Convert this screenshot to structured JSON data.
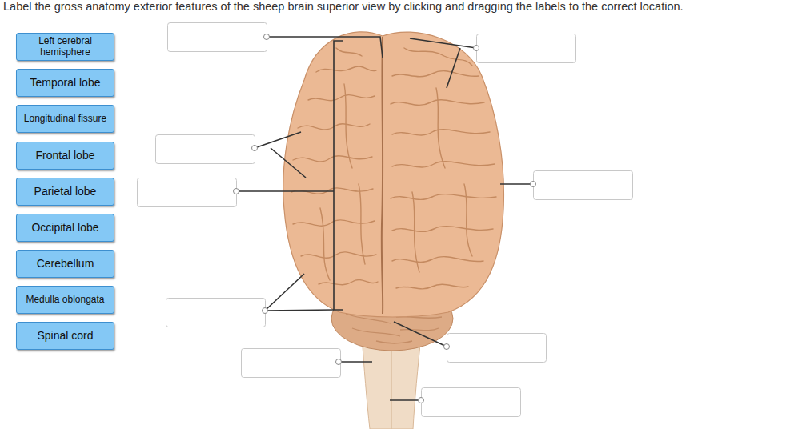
{
  "diagram": {
    "title": "Label the gross anatomy exterior features of the sheep brain superior view by clicking and dragging the labels to the correct location.",
    "nodes": [
      {
        "text": [
          "Left cerebral hemisphere"
        ]
      },
      {
        "text": [
          "Temporal lobe"
        ]
      },
      {
        "text": [
          "Longitudinal fissure"
        ]
      },
      {
        "text": [
          "Frontal lobe"
        ]
      },
      {
        "text": [
          "Parietal lobe"
        ]
      },
      {
        "text": [
          "Occipital lobe"
        ]
      },
      {
        "text": [
          "Cerebellum"
        ]
      },
      {
        "text": [
          "Medulla oblongata"
        ]
      },
      {
        "text": [
          "Spinal cord"
        ]
      }
    ]
  }
}
